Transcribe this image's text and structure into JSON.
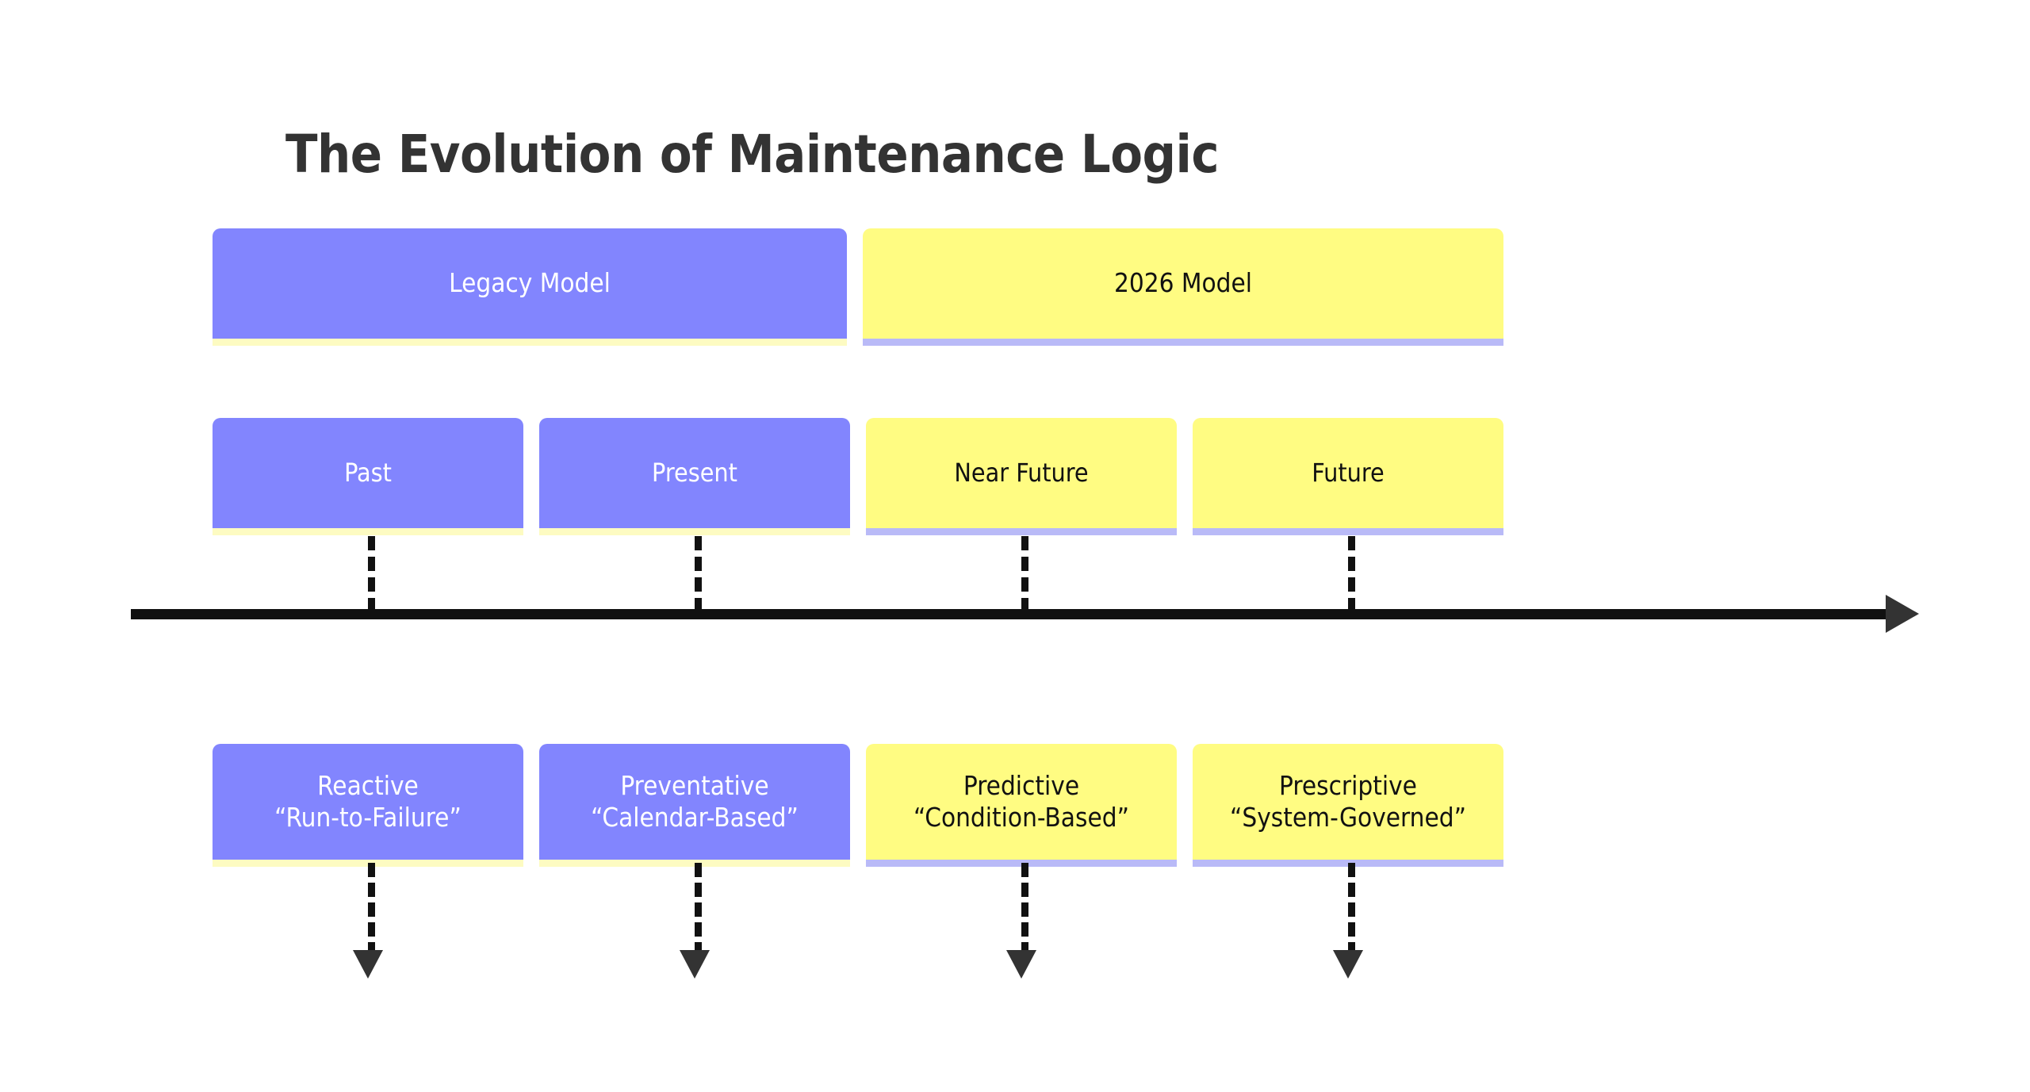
{
  "title": "The Evolution of Maintenance Logic",
  "colors": {
    "legacy_fill": "#8285fe",
    "legacy_text": "#ffffff",
    "legacy_underline": "#fdfbc2",
    "modern_fill": "#fffc82",
    "modern_text": "#111111",
    "modern_underline": "#b9baf7",
    "axis": "#111111",
    "arrowhead": "#333333",
    "title_text": "#333333",
    "background": "#ffffff"
  },
  "banners": [
    {
      "label": "Legacy Model",
      "theme": "purple"
    },
    {
      "label": "2026 Model",
      "theme": "yellow"
    }
  ],
  "eras": [
    {
      "label": "Past",
      "theme": "purple"
    },
    {
      "label": "Present",
      "theme": "purple"
    },
    {
      "label": "Near Future",
      "theme": "yellow"
    },
    {
      "label": "Future",
      "theme": "yellow"
    }
  ],
  "methods": [
    {
      "name": "Reactive",
      "alias": "“Run-to-Failure”",
      "label": "Reactive\n“Run-to-Failure”",
      "theme": "purple"
    },
    {
      "name": "Preventative",
      "alias": "“Calendar-Based”",
      "label": "Preventative\n“Calendar-Based”",
      "theme": "purple"
    },
    {
      "name": "Predictive",
      "alias": "“Condition-Based”",
      "label": "Predictive\n“Condition-Based”",
      "theme": "yellow"
    },
    {
      "name": "Prescriptive",
      "alias": "“System-Governed”",
      "label": "Prescriptive\n“System-Governed”",
      "theme": "yellow"
    }
  ],
  "axis": {
    "direction": "left-to-right",
    "arrowhead": "right-triangle"
  }
}
